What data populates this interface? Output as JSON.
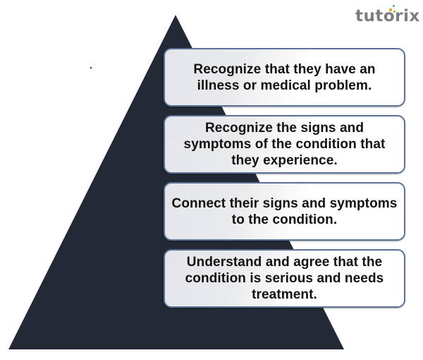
{
  "logo": {
    "text": "tutorix",
    "dot_colors": [
      "#f39c34",
      "#4cb7e6",
      "#8bc34a"
    ]
  },
  "diagram": {
    "type": "pyramid",
    "pyramid_color": "#232a35",
    "box_border_color": "#5a7195",
    "steps": [
      {
        "text": "Recognize that they have an illness or medical problem."
      },
      {
        "text": "Recognize the signs and symptoms of the condition that they experience."
      },
      {
        "text": "Connect their signs and symptoms to the condition."
      },
      {
        "text": "Understand and agree that the condition is serious and needs treatment."
      }
    ]
  }
}
